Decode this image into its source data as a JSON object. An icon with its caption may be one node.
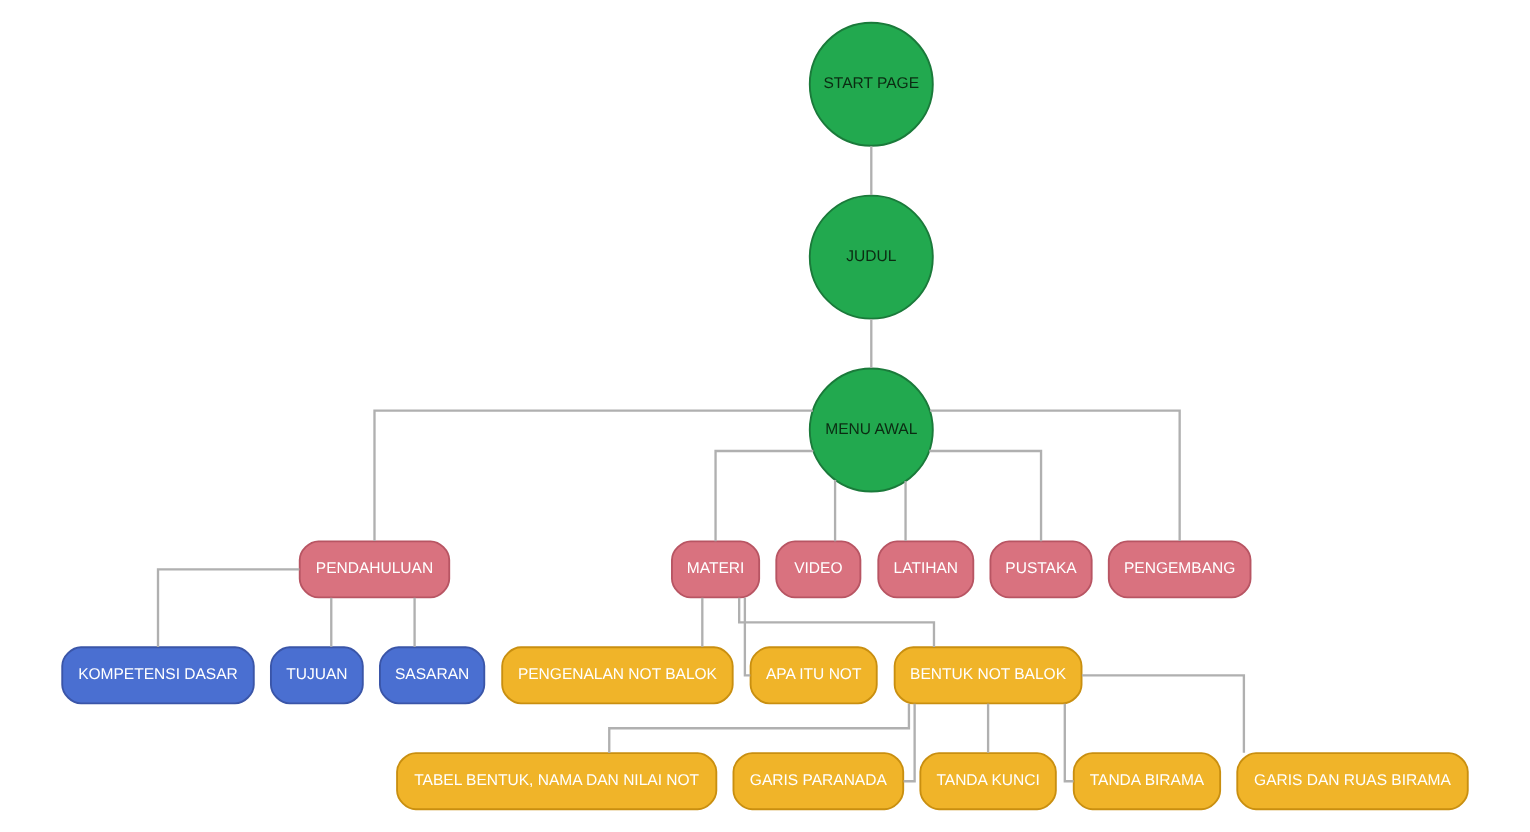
{
  "diagram": {
    "nodes": [
      {
        "text": [
          "START PAGE"
        ]
      },
      {
        "text": [
          "JUDUL"
        ]
      },
      {
        "text": [
          "MENU AWAL"
        ]
      },
      {
        "text": [
          "PENDAHULUAN"
        ]
      },
      {
        "text": [
          "MATERI"
        ]
      },
      {
        "text": [
          "VIDEO"
        ]
      },
      {
        "text": [
          "LATIHAN"
        ]
      },
      {
        "text": [
          "PUSTAKA"
        ]
      },
      {
        "text": [
          "PENGEMBANG"
        ]
      },
      {
        "text": [
          "KOMPETENSI DASAR"
        ]
      },
      {
        "text": [
          "TUJUAN"
        ]
      },
      {
        "text": [
          "SASARAN"
        ]
      },
      {
        "text": [
          "PENGENALAN NOT BALOK"
        ]
      },
      {
        "text": [
          "APA ITU NOT"
        ]
      },
      {
        "text": [
          "BENTUK NOT BALOK"
        ]
      },
      {
        "text": [
          "TABEL BENTUK, NAMA DAN NILAI NOT"
        ]
      },
      {
        "text": [
          "GARIS PARANADA"
        ]
      },
      {
        "text": [
          "TANDA KUNCI"
        ]
      },
      {
        "text": [
          "TANDA BIRAMA"
        ]
      },
      {
        "text": [
          "GARIS DAN RUAS BIRAMA"
        ]
      }
    ],
    "edges": [
      {
        "from": 0,
        "to": 1,
        "arrow": "none"
      },
      {
        "from": 1,
        "to": 2,
        "arrow": "none"
      },
      {
        "from": 2,
        "to": 3,
        "arrow": "none"
      },
      {
        "from": 2,
        "to": 4,
        "arrow": "none"
      },
      {
        "from": 2,
        "to": 5,
        "arrow": "none"
      },
      {
        "from": 2,
        "to": 6,
        "arrow": "none"
      },
      {
        "from": 2,
        "to": 7,
        "arrow": "none"
      },
      {
        "from": 2,
        "to": 8,
        "arrow": "none"
      },
      {
        "from": 3,
        "to": 9,
        "arrow": "none"
      },
      {
        "from": 3,
        "to": 10,
        "arrow": "none"
      },
      {
        "from": 3,
        "to": 11,
        "arrow": "none"
      },
      {
        "from": 4,
        "to": 12,
        "arrow": "none"
      },
      {
        "from": 4,
        "to": 13,
        "arrow": "none"
      },
      {
        "from": 4,
        "to": 14,
        "arrow": "none"
      },
      {
        "from": 14,
        "to": 15,
        "arrow": "none"
      },
      {
        "from": 14,
        "to": 16,
        "arrow": "none"
      },
      {
        "from": 14,
        "to": 17,
        "arrow": "none"
      },
      {
        "from": 14,
        "to": 18,
        "arrow": "none"
      },
      {
        "from": 14,
        "to": 19,
        "arrow": "none"
      }
    ]
  }
}
